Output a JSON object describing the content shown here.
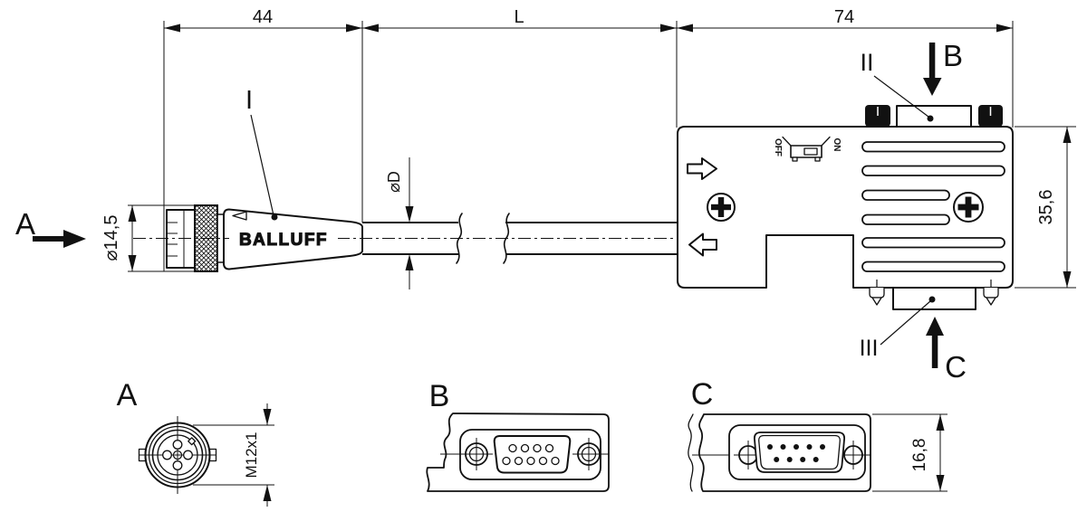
{
  "drawing": {
    "brand": "BALLUFF",
    "dims": {
      "len_connector": "44",
      "len_cable": "L",
      "len_housing": "74",
      "dia_connector": "⌀14,5",
      "dia_cable": "⌀D",
      "housing_height": "35,6",
      "thread": "M12x1",
      "dsub_height": "16,8"
    },
    "callouts": {
      "i": "I",
      "ii": "II",
      "iii": "III"
    },
    "views": {
      "a": "A",
      "b": "B",
      "c": "C"
    },
    "switch": {
      "off": "OFF",
      "on": "ON"
    }
  }
}
